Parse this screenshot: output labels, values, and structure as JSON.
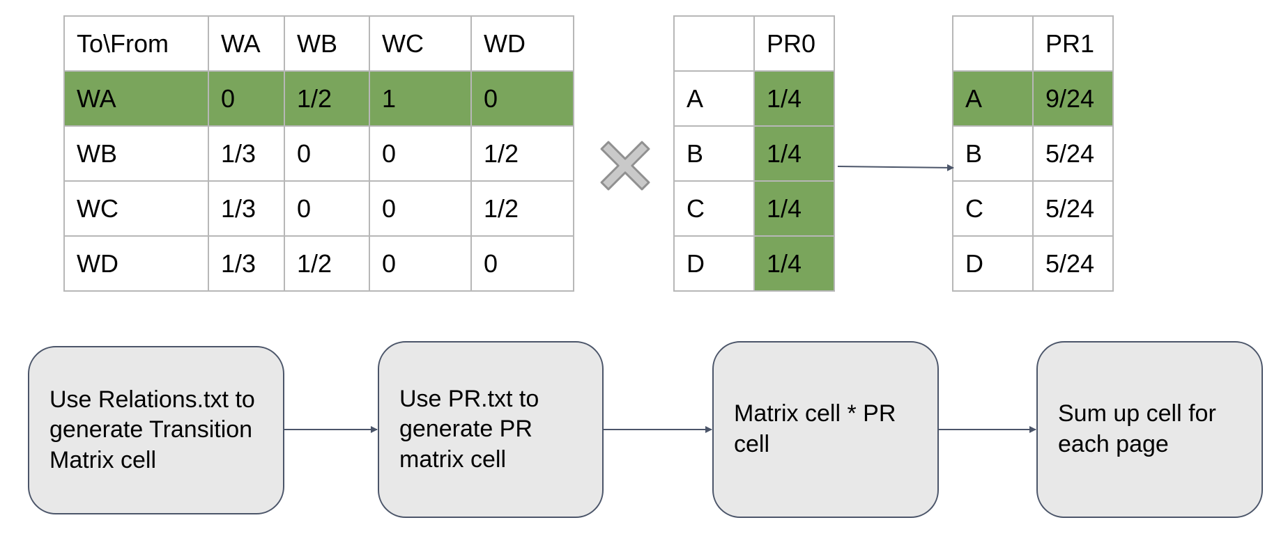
{
  "matrix": {
    "header": [
      "To\\From",
      "WA",
      "WB",
      "WC",
      "WD"
    ],
    "rows": [
      [
        "WA",
        "0",
        "1/2",
        "1",
        "0"
      ],
      [
        "WB",
        "1/3",
        "0",
        "0",
        "1/2"
      ],
      [
        "WC",
        "1/3",
        "0",
        "0",
        "1/2"
      ],
      [
        "WD",
        "1/3",
        "1/2",
        "0",
        "0"
      ]
    ]
  },
  "pr0": {
    "header": [
      "",
      "PR0"
    ],
    "rows": [
      [
        "A",
        "1/4"
      ],
      [
        "B",
        "1/4"
      ],
      [
        "C",
        "1/4"
      ],
      [
        "D",
        "1/4"
      ]
    ]
  },
  "pr1": {
    "header": [
      "",
      "PR1"
    ],
    "rows": [
      [
        "A",
        "9/24"
      ],
      [
        "B",
        "5/24"
      ],
      [
        "C",
        "5/24"
      ],
      [
        "D",
        "5/24"
      ]
    ]
  },
  "multiply_icon": "multiply-x-icon",
  "steps": [
    "Use Relations.txt to generate Transition Matrix cell",
    "Use PR.txt to generate PR matrix cell",
    "Matrix cell * PR cell",
    "Sum up cell for each page"
  ],
  "colors": {
    "highlight": "#7aa55c",
    "step_fill": "#e8e8e8",
    "step_border": "#4b5569",
    "arrow": "#4b5569",
    "grid_border": "#b7b7b7"
  }
}
